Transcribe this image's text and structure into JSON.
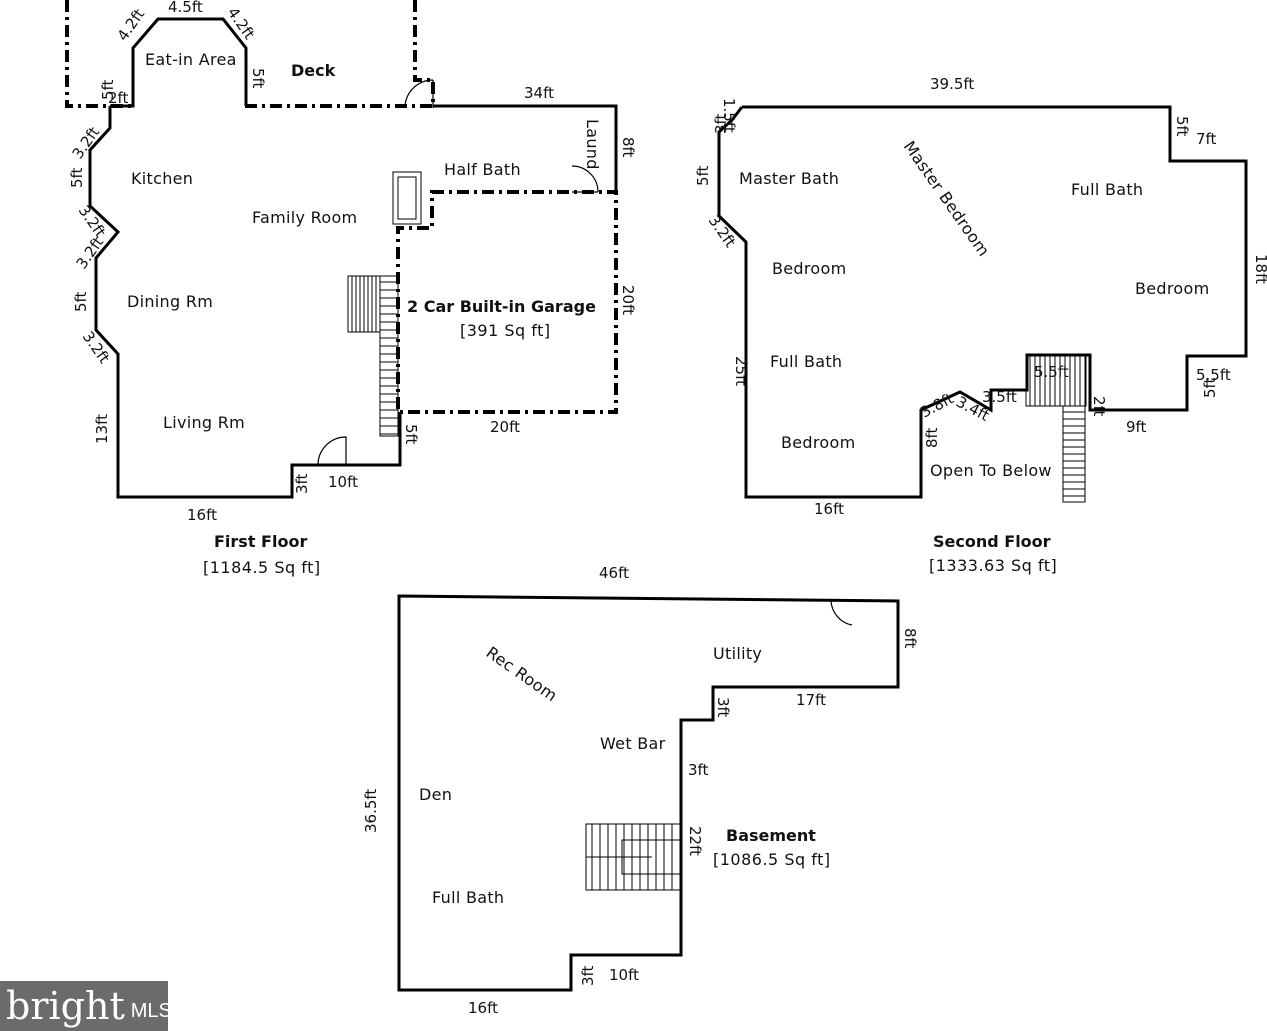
{
  "floors": {
    "first": {
      "title": "First Floor",
      "area": "[1184.5 Sq ft]",
      "rooms": {
        "eat_in": "Eat-in Area",
        "deck": "Deck",
        "kitchen": "Kitchen",
        "family": "Family Room",
        "half_bath": "Half Bath",
        "laund": "Laund",
        "dining": "Dining Rm",
        "living": "Living Rm",
        "garage": "2 Car Built-in Garage",
        "garage_area": "[391 Sq ft]"
      },
      "dims": {
        "d4_5": "4.5ft",
        "d4_2a": "4.2ft",
        "d4_2b": "4.2ft",
        "d5_eat": "5ft",
        "d5_deck": "5ft",
        "d2": "2ft",
        "d34": "34ft",
        "d8": "8ft",
        "d3_2a": "3.2ft",
        "d5a": "5ft",
        "d3_2b": "3.2ft",
        "d3_2c": "3.2ft",
        "d5b": "5ft",
        "d3_2d": "3.2ft",
        "d13": "13ft",
        "d20v": "20ft",
        "d20h": "20ft",
        "d5c": "5ft",
        "d3": "3ft",
        "d10": "10ft",
        "d16": "16ft"
      }
    },
    "second": {
      "title": "Second Floor",
      "area": "[1333.63 Sq ft]",
      "rooms": {
        "master_bath": "Master Bath",
        "master_bed": "Master Bedroom",
        "full_bath_a": "Full Bath",
        "bedroom_a": "Bedroom",
        "bedroom_b": "Bedroom",
        "full_bath_b": "Full Bath",
        "bedroom_c": "Bedroom",
        "open_below": "Open To Below"
      },
      "dims": {
        "d39_5": "39.5ft",
        "d1_5": "1.5ft",
        "d3f": "3ft",
        "d5a": "5ft",
        "d5b": "5ft",
        "d7": "7ft",
        "d3_2": "3.2ft",
        "d18": "18ft",
        "d25": "25ft",
        "d5_5a": "5.5ft",
        "d5_5b": "5.5ft",
        "d5c": "5ft",
        "d2": "2ft",
        "d9": "9ft",
        "d3_8": "3.8ft",
        "d3_4": "3.4ft",
        "d3_5": "3.5ft",
        "d8": "8ft",
        "d16": "16ft"
      }
    },
    "basement": {
      "title": "Basement",
      "area": "[1086.5 Sq ft]",
      "rooms": {
        "rec": "Rec Room",
        "utility": "Utility",
        "wet_bar": "Wet Bar",
        "den": "Den",
        "full_bath": "Full Bath"
      },
      "dims": {
        "d46": "46ft",
        "d8": "8ft",
        "d17": "17ft",
        "d3a": "3ft",
        "d3b": "3ft",
        "d36_5": "36.5ft",
        "d22": "22ft",
        "d3c": "3ft",
        "d10": "10ft",
        "d16": "16ft"
      }
    }
  },
  "watermark": {
    "brand": "bright",
    "suffix": "MLS"
  }
}
